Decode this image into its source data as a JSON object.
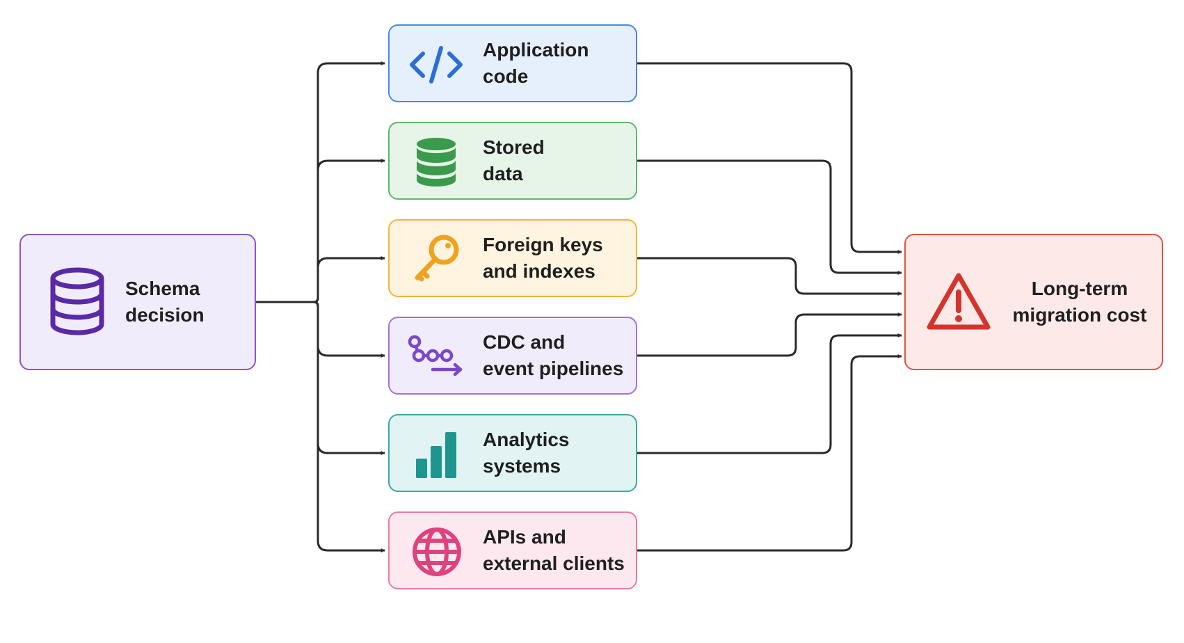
{
  "source": {
    "lines": [
      "Schema",
      "decision"
    ],
    "icon": "database-icon",
    "colors": {
      "fill": "#f1ecfb",
      "border": "#8a55c9",
      "icon": "#5a2aa6"
    }
  },
  "middle": [
    {
      "id": "application-code",
      "lines": [
        "Application",
        "code"
      ],
      "icon": "code-icon",
      "colors": {
        "fill": "#e6f0fd",
        "border": "#4a86e8",
        "icon": "#2a6fd6"
      }
    },
    {
      "id": "stored-data",
      "lines": [
        "Stored",
        "data"
      ],
      "icon": "database-stack-icon",
      "colors": {
        "fill": "#e7f5e9",
        "border": "#5cb86a",
        "icon": "#3c9a4c"
      }
    },
    {
      "id": "foreign-keys",
      "lines": [
        "Foreign keys",
        "and indexes"
      ],
      "icon": "key-icon",
      "colors": {
        "fill": "#fef4df",
        "border": "#f2b63a",
        "icon": "#f0a21f"
      }
    },
    {
      "id": "cdc-pipelines",
      "lines": [
        "CDC and",
        "event pipelines"
      ],
      "icon": "pipeline-icon",
      "colors": {
        "fill": "#f1ecfb",
        "border": "#9f73d6",
        "icon": "#7b47c9"
      }
    },
    {
      "id": "analytics-systems",
      "lines": [
        "Analytics",
        "systems"
      ],
      "icon": "bar-chart-icon",
      "colors": {
        "fill": "#e1f4f3",
        "border": "#3aa9a4",
        "icon": "#1f9590"
      }
    },
    {
      "id": "apis-external",
      "lines": [
        "APIs and",
        "external clients"
      ],
      "icon": "globe-icon",
      "colors": {
        "fill": "#fde8f0",
        "border": "#ec7aa7",
        "icon": "#e0427e"
      }
    }
  ],
  "target": {
    "lines": [
      "Long-term",
      "migration cost"
    ],
    "icon": "warning-icon",
    "colors": {
      "fill": "#fde9e7",
      "border": "#e0534a",
      "icon": "#d3342c"
    }
  },
  "connector_color": "#2a2a2a"
}
